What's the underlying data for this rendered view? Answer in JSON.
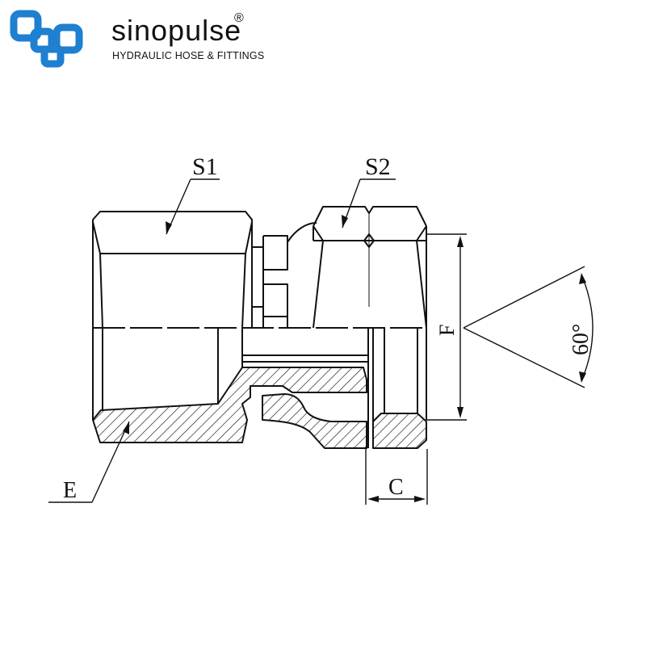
{
  "brand": {
    "name": "sinopulse",
    "registered_mark": "®",
    "tagline": "HYDRAULIC HOSE & FITTINGS",
    "logo_color": "#1f7fd0"
  },
  "drawing": {
    "labels": {
      "s1": "S1",
      "s2": "S2",
      "e": "E",
      "c": "C",
      "f": "F",
      "angle": "60°"
    },
    "line_color": "#111111"
  }
}
